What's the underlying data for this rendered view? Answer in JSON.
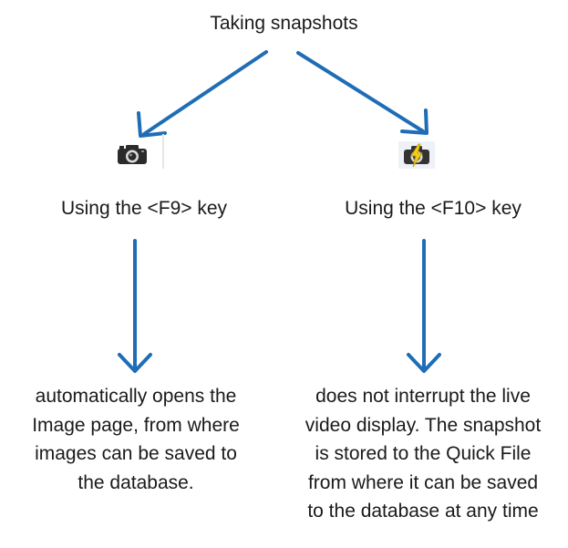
{
  "title": "Taking snapshots",
  "left": {
    "icon": "camera-icon",
    "key_label": "Using the <F9> key",
    "description_lines": [
      "automatically opens the",
      "Image page, from where",
      "images can be saved to",
      "the database."
    ]
  },
  "right": {
    "icon": "camera-flash-icon",
    "key_label": "Using the <F10> key",
    "description_lines": [
      "does not interrupt the live",
      "video display. The snapshot",
      "is stored to the Quick File",
      "from where it can be saved",
      "to the database at any time"
    ]
  },
  "colors": {
    "arrow": "#1f6db6",
    "text": "#1a1a1a"
  }
}
